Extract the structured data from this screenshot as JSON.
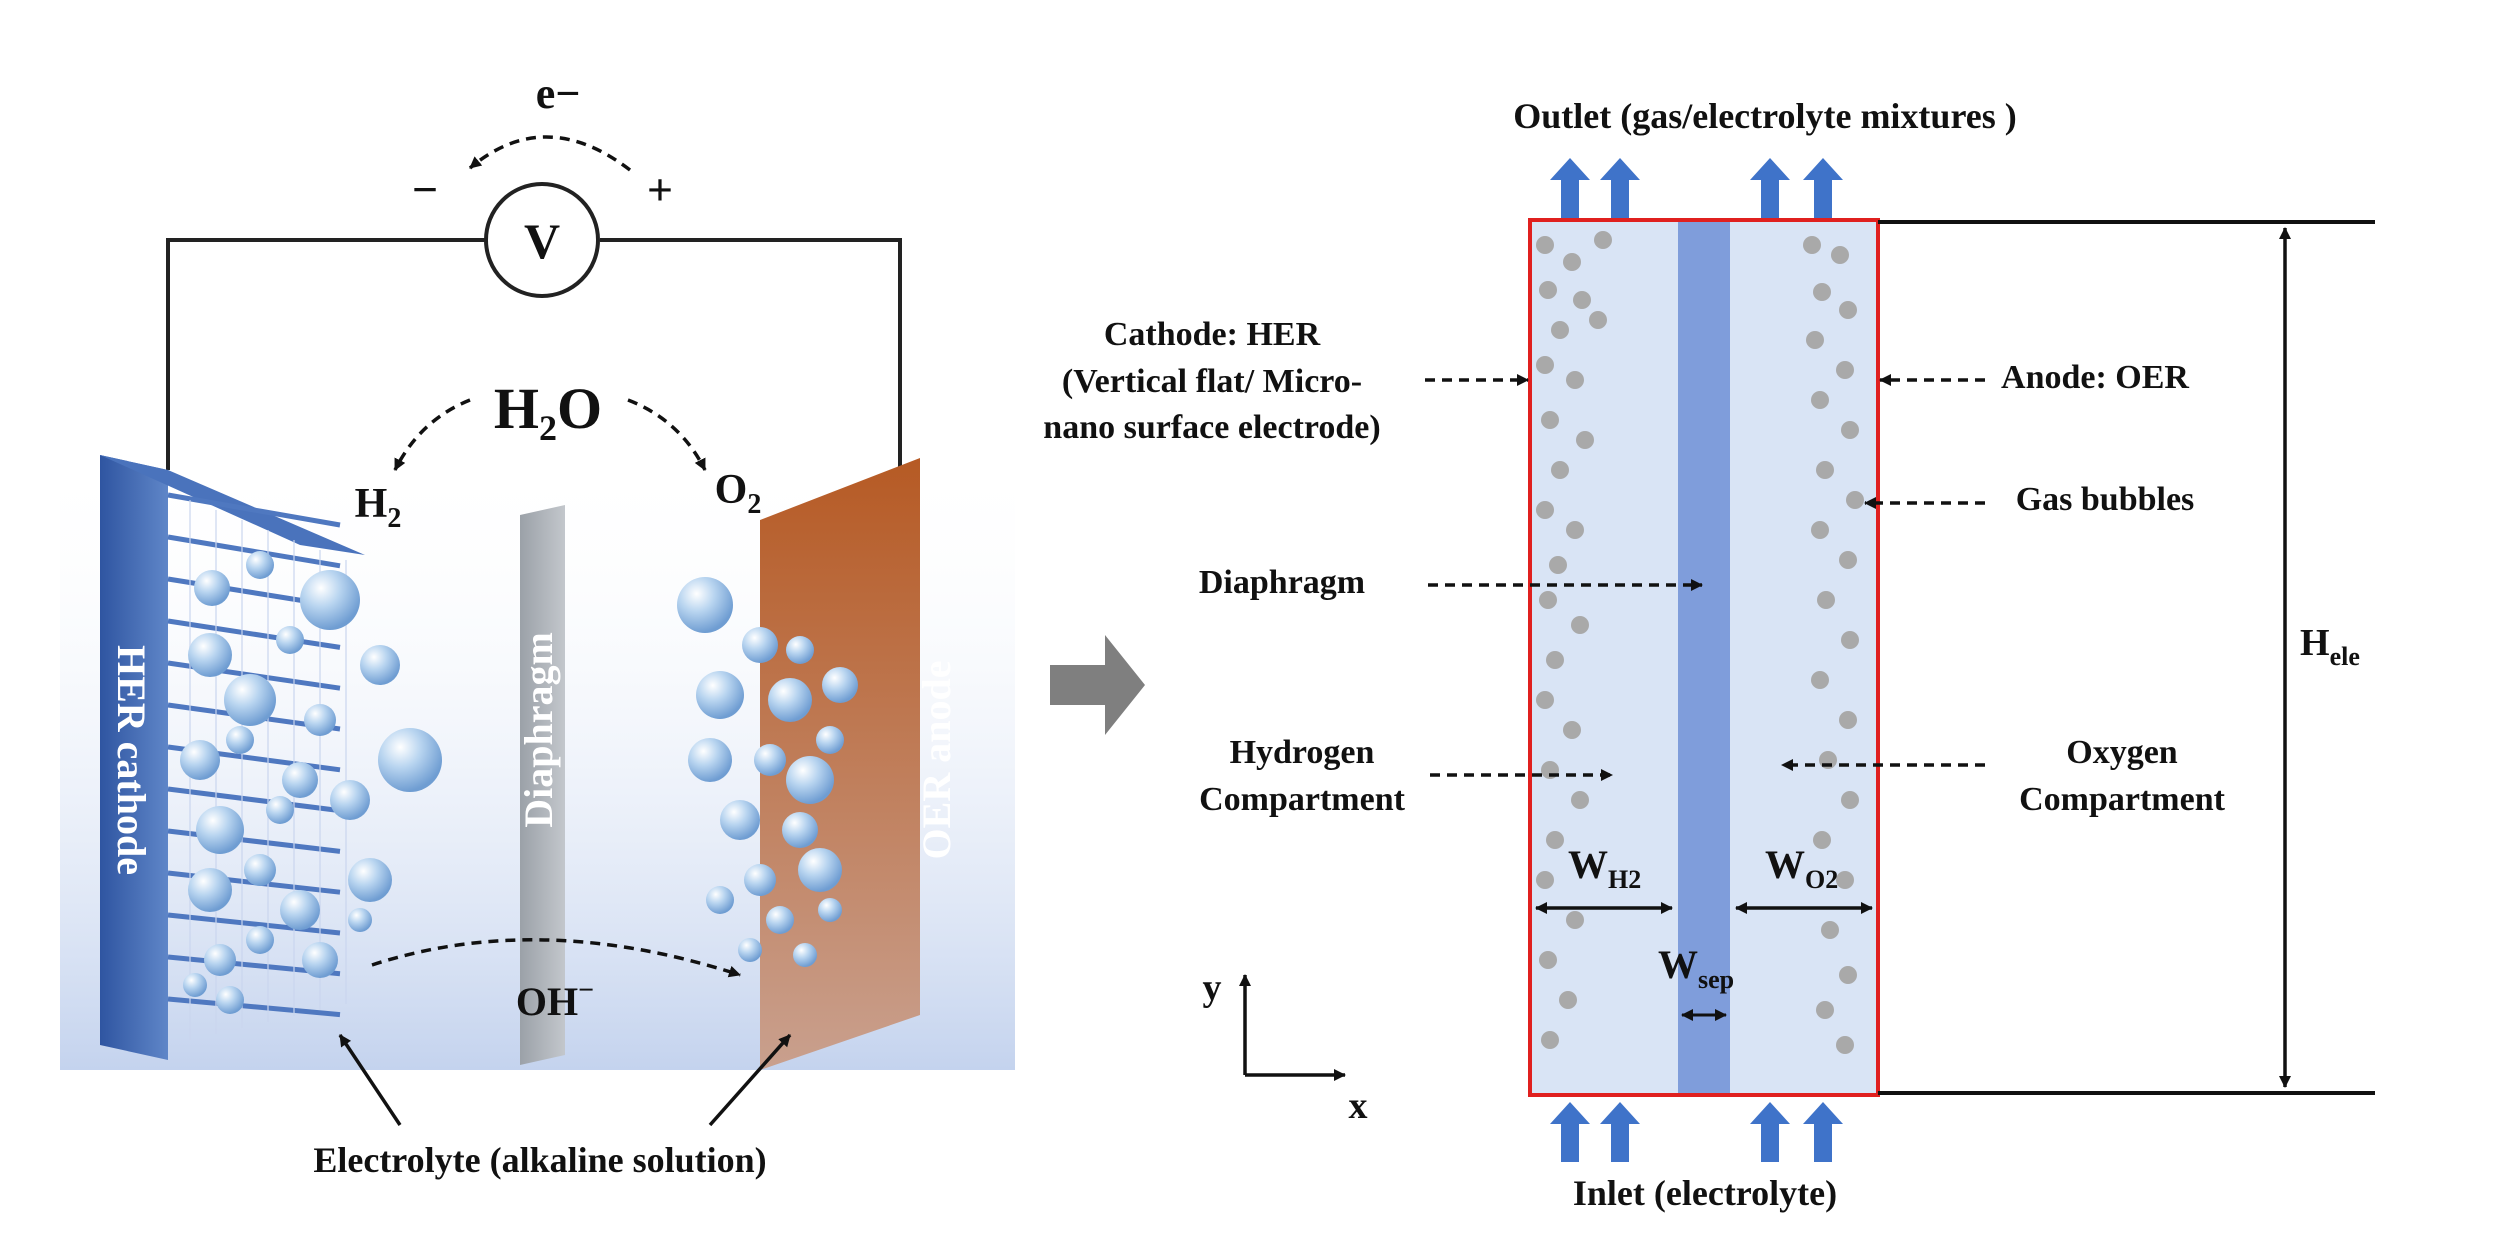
{
  "colors": {
    "cathode": "#3f67b3",
    "anode": "#b8622b",
    "bubble": "#8fb8e3",
    "diaphragm_left": "#a9aeb4",
    "compartment": "#d9e4f5",
    "separator": "#7f9ddb",
    "cell_border": "#e0201f",
    "flow_arrow": "#3f73c9",
    "gas_dot": "#a9a9a9"
  },
  "left_panel": {
    "electron_label": "e−",
    "minus_label": "−",
    "plus_label": "+",
    "voltmeter_label": "V",
    "water_label": "H",
    "water_sub": "2",
    "water_tail": "O",
    "h2_label": "H",
    "h2_sub": "2",
    "o2_label": "O",
    "o2_sub": "2",
    "cathode_label": "HER cathode",
    "anode_label": "OER anode",
    "diaphragm_label": "Diaphragm",
    "hydroxide_label": "OH",
    "hydroxide_sup": "−",
    "electrolyte_label": "Electrolyte (alkaline solution)"
  },
  "right_panel": {
    "outlet_label": "Outlet (gas/electrolyte mixtures )",
    "inlet_label": "Inlet (electrolyte)",
    "cathode_label_line1": "Cathode: HER",
    "cathode_label_line2": "(Vertical flat/ Micro-",
    "cathode_label_line3": "nano surface electrode)",
    "anode_label": "Anode: OER",
    "bubbles_label": "Gas bubbles",
    "diaphragm_label": "Diaphragm",
    "hydrogen_line1": "Hydrogen",
    "hydrogen_line2": "Compartment",
    "oxygen_line1": "Oxygen",
    "oxygen_line2": "Compartment",
    "w_h2_main": "W",
    "w_h2_sub": "H2",
    "w_o2_main": "W",
    "w_o2_sub": "O2",
    "w_sep_main": "W",
    "w_sep_sub": "sep",
    "h_ele_main": "H",
    "h_ele_sub": "ele",
    "y_axis": "y",
    "x_axis": "x"
  }
}
